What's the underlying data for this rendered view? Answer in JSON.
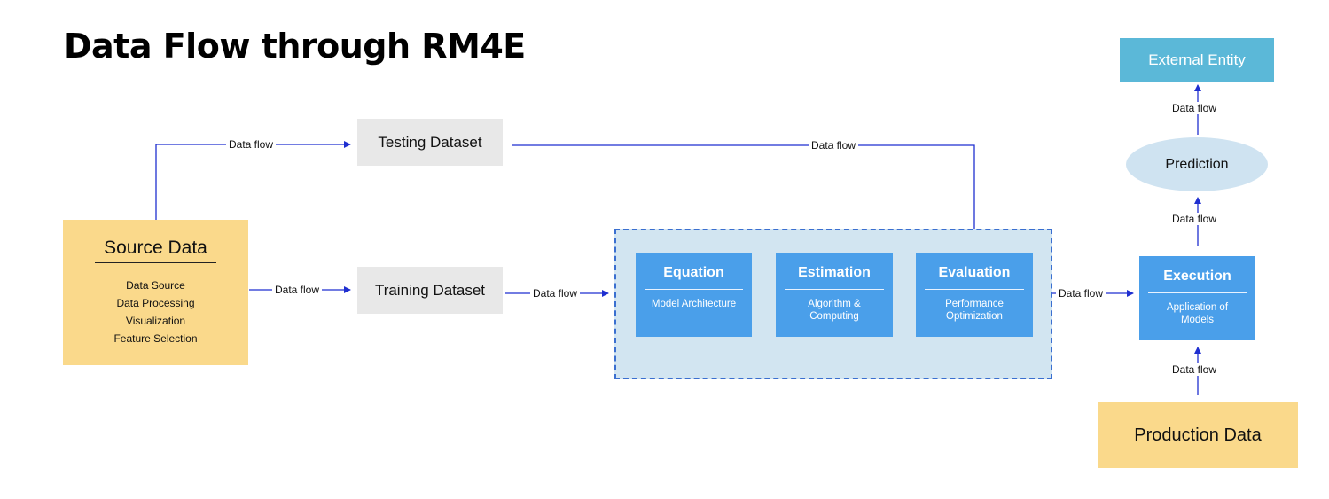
{
  "title": "Data Flow through RM4E",
  "source": {
    "title": "Source Data",
    "items": [
      "Data Source",
      "Data Processing",
      "Visualization",
      "Feature Selection"
    ]
  },
  "testing_dataset": "Testing Dataset",
  "training_dataset": "Training Dataset",
  "model": {
    "equation": {
      "title": "Equation",
      "sub": "Model Architecture"
    },
    "estimation": {
      "title": "Estimation",
      "sub_line1": "Algorithm &",
      "sub_line2": "Computing"
    },
    "evaluation": {
      "title": "Evaluation",
      "sub_line1": "Performance",
      "sub_line2": "Optimization"
    }
  },
  "execution": {
    "title": "Execution",
    "sub_line1": "Application of",
    "sub_line2": "Models"
  },
  "external_entity": "External Entity",
  "prediction": "Prediction",
  "production_data": "Production Data",
  "flow_label": "Data flow",
  "colors": {
    "arrow": "#1f2fd0",
    "source_fill": "#fad98b",
    "model_fill": "#4a9fea",
    "model_container": "#d2e5f1",
    "external_fill": "#5bb8d8",
    "dataset_fill": "#e8e8e8"
  }
}
